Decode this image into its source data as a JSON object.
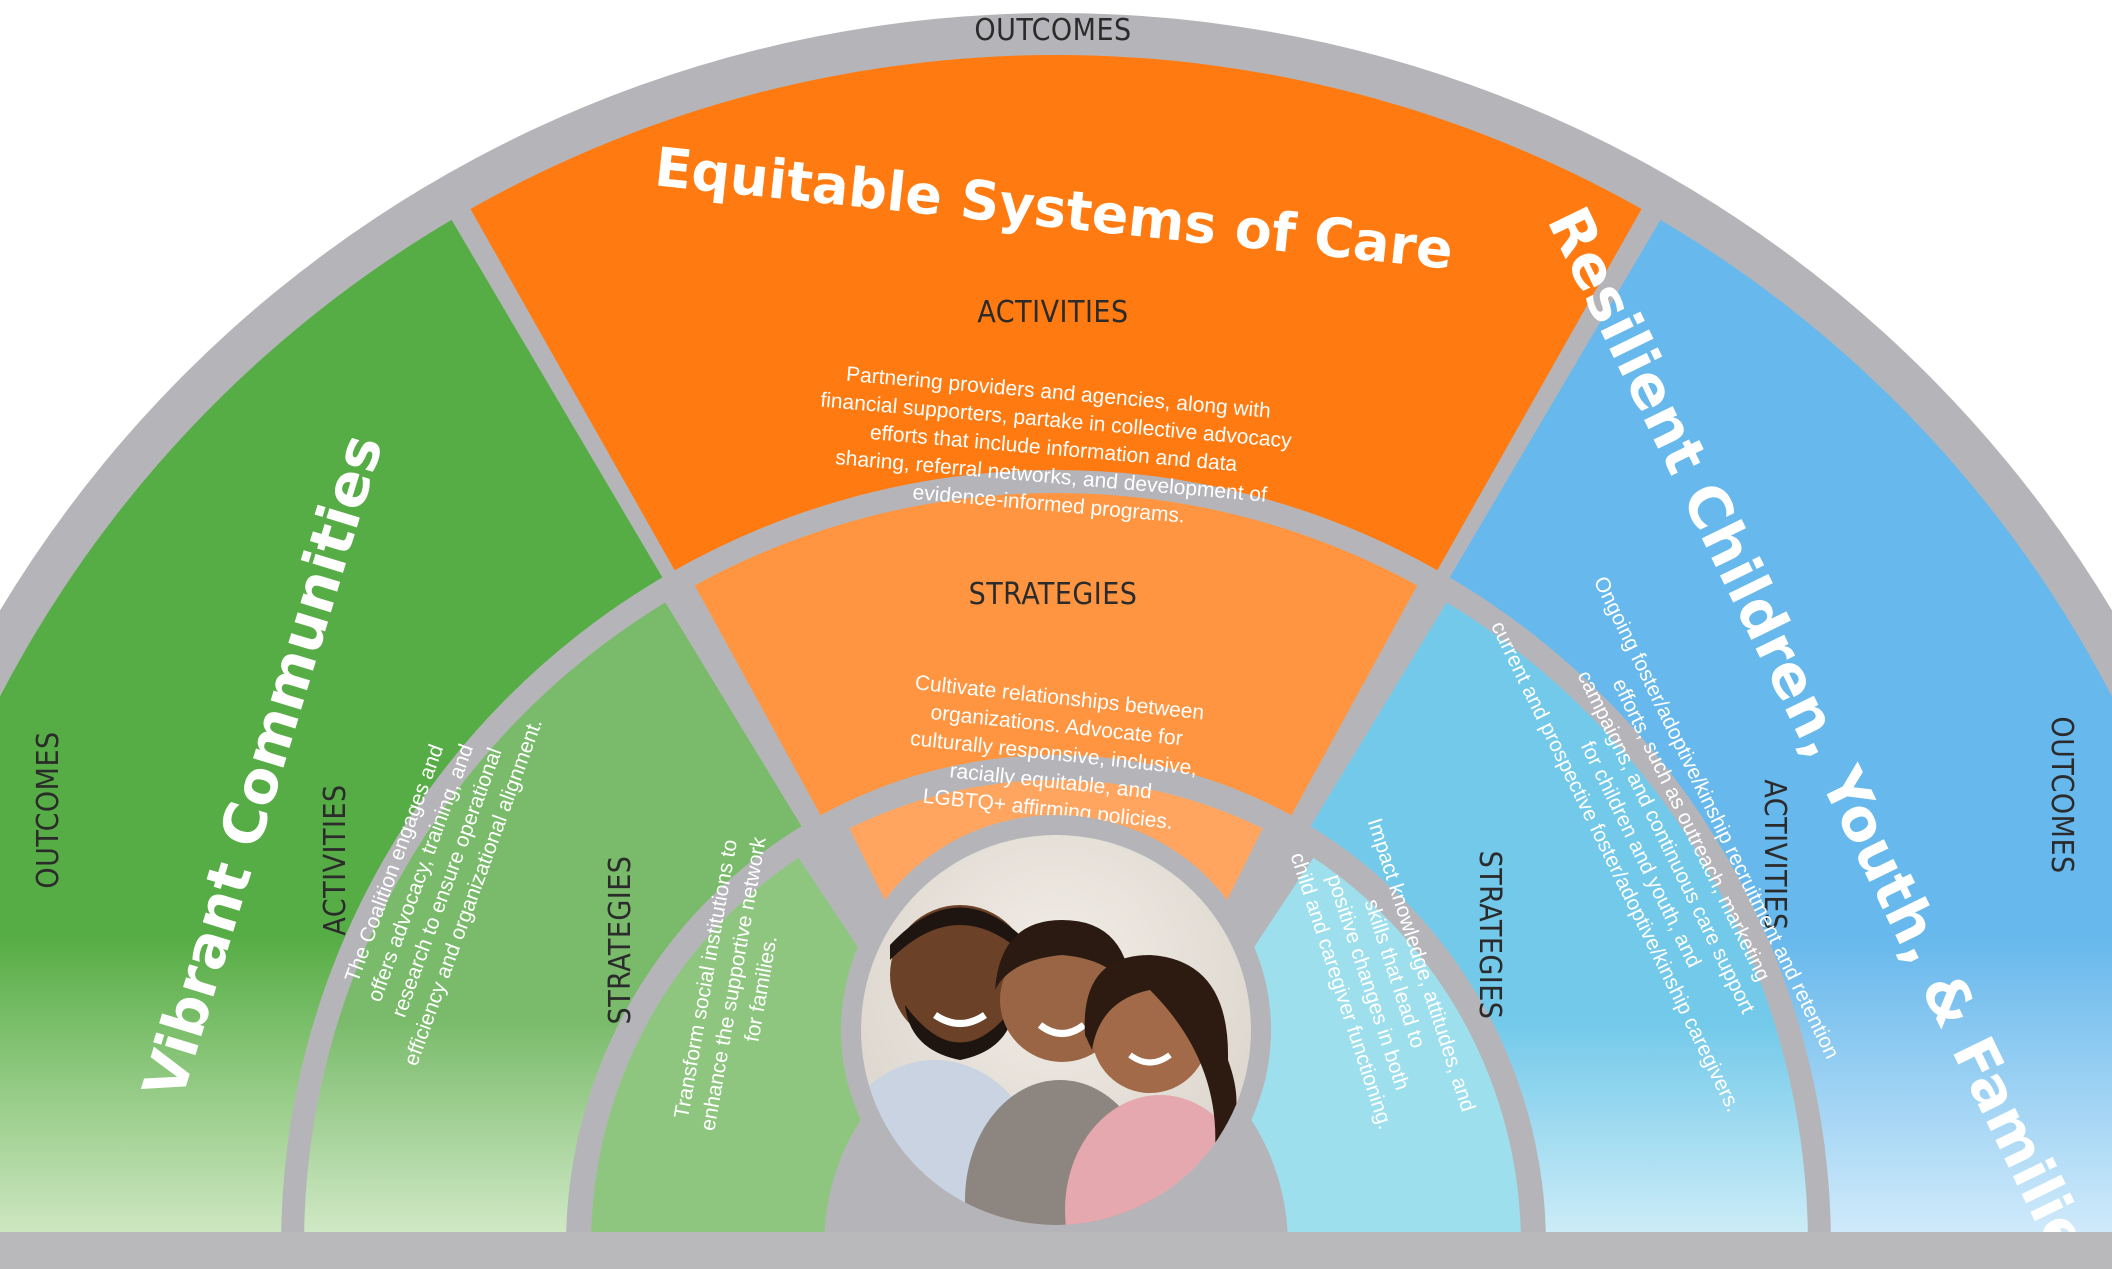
{
  "labels": {
    "outcomes": "OUTCOMES",
    "activities": "ACTIVITIES",
    "strategies": "STRATEGIES"
  },
  "sections": {
    "left": {
      "title": "Vibrant Communities",
      "activities": "The Coalition engages and offers advocacy, training, and research to ensure operational efficiency and organizational alignment.",
      "strategies": "Transform social institutions to enhance the supportive network for families."
    },
    "top": {
      "title": "Equitable Systems of Care",
      "activities": "Partnering providers and agencies, along with financial supporters, partake in collective advocacy efforts that include information and data sharing, referral networks, and development of evidence-informed programs.",
      "strategies": "Cultivate relationships between organizations. Advocate for culturally responsive, inclusive, racially equitable, and LGBTQ+ affirming policies."
    },
    "right": {
      "title": "Resilient Children, Youth, & Families",
      "activities": "Ongoing foster/adoptive/kinship recruitment and retention efforts, such as outreach, marketing campaigns, and continuous care support for children and youth, and current and prospective foster/adoptive/kinship caregivers.",
      "strategies": "Impact knowledge, attitudes, and skills that lead to positive changes in both child and caregiver functioning."
    }
  },
  "colors": {
    "frame": "#b5b5b9",
    "green_outer": "#57ad45",
    "green_mid": "#79bb6a",
    "green_inner": "#8ec67f",
    "orange_outer": "#ff7a10",
    "orange_mid": "#ff9540",
    "orange_inner": "#ffa560",
    "blue_outer": "#67b8ec",
    "blue_mid": "#72c9ea",
    "blue_inner": "#9ddfec"
  },
  "center_photo": {
    "description_icon": "family-photo-icon"
  }
}
